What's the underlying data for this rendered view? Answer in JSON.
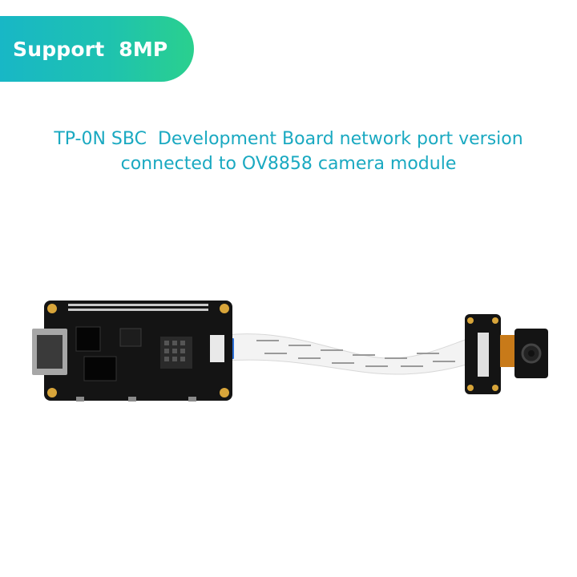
{
  "badge": {
    "text": "Support  8MP"
  },
  "caption": {
    "line1": "TP-0N SBC  Development Board network port version",
    "line2": "connected to OV8858 camera module"
  },
  "colors": {
    "badge_gradient_start": "#18b7c6",
    "badge_gradient_end": "#2ad08e",
    "caption_text": "#1aa9c1",
    "board": "#141414",
    "cable": "#f2f2f2"
  }
}
